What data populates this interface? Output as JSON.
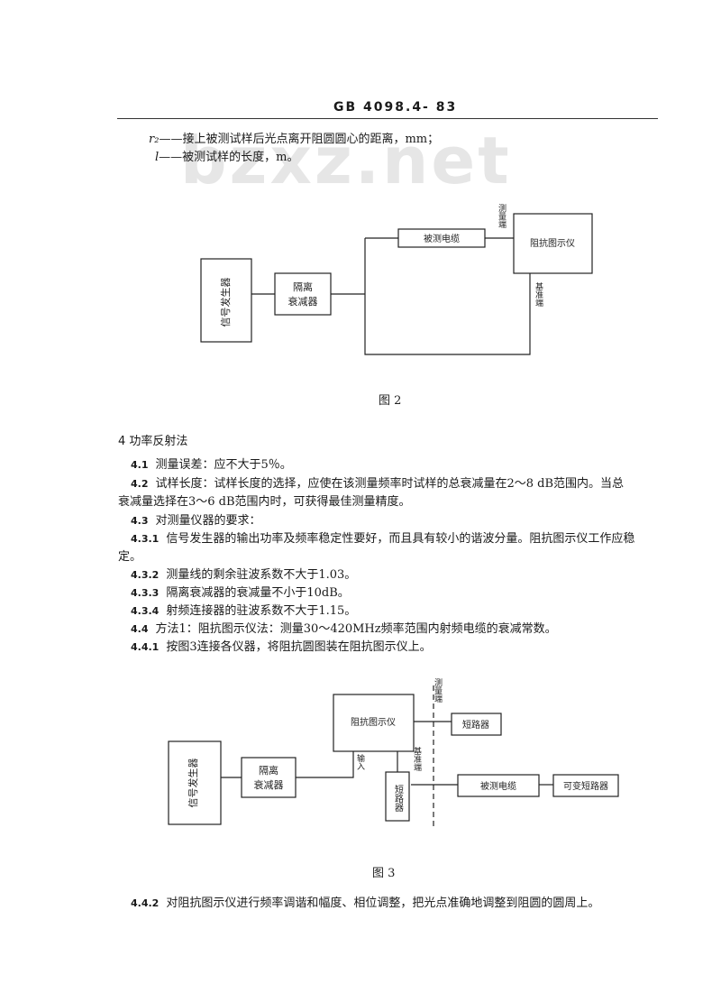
{
  "header": {
    "code": "GB 4098.4- 83"
  },
  "watermark": "bzxz.net",
  "defs": [
    {
      "sym": "r₂",
      "text": "——接上被测试样后光点离开阻圆圆心的距离，mm；"
    },
    {
      "sym": "l",
      "text": "——被测试样的长度，m。"
    }
  ],
  "figure2": {
    "caption": "图 2",
    "signal_gen": "信号发生器",
    "attenuator": "隔离衰减器",
    "cable": "被测电缆",
    "display": "阻抗图示仪",
    "test_port": "测量端",
    "ref_port": "基准端"
  },
  "section4": {
    "title": "4   功率反射法",
    "p4_1": {
      "num": "4.1",
      "text": "测量误差：应不大于5％。"
    },
    "p4_2a": {
      "num": "4.2",
      "text": "试样长度：试样长度的选择，应使在该测量频率时试样的总衰减量在2～8 dB范围内。当总"
    },
    "p4_2b": "衰减量选择在3～6 dB范围内时，可获得最佳测量精度。",
    "p4_3": {
      "num": "4.3",
      "text": "对测量仪器的要求："
    },
    "p4_3_1a": {
      "num": "4.3.1",
      "text": "信号发生器的输出功率及频率稳定性要好，而且具有较小的谐波分量。阻抗图示仪工作应稳"
    },
    "p4_3_1b": "定。",
    "p4_3_2": {
      "num": "4.3.2",
      "text": "测量线的剩余驻波系数不大于1.03。"
    },
    "p4_3_3": {
      "num": "4.3.3",
      "text": "隔离衰减器的衰减量不小于10dB。"
    },
    "p4_3_4": {
      "num": "4.3.4",
      "text": "射频连接器的驻波系数不大于1.15。"
    },
    "p4_4": {
      "num": "4.4",
      "text": "方法1：阻抗图示仪法：测量30～420MHz频率范围内射频电缆的衰减常数。"
    },
    "p4_4_1": {
      "num": "4.4.1",
      "text": "按图3连接各仪器，将阻抗圆图装在阻抗图示仪上。"
    }
  },
  "figure3": {
    "caption": "图 3",
    "signal_gen": "信号发生器",
    "attenuator": "隔离衰减器",
    "display": "阻抗图示仪",
    "short_top": "短路器",
    "short_vert": "短路器",
    "cable": "被测电缆",
    "var_short": "可变短路器",
    "test_port": "测量端",
    "ref_port": "基准端",
    "input": "输入"
  },
  "p4_4_2": {
    "num": "4.4.2",
    "text": "对阻抗图示仪进行频率调谐和幅度、相位调整，把光点准确地调整到阻圆的圆周上。"
  }
}
